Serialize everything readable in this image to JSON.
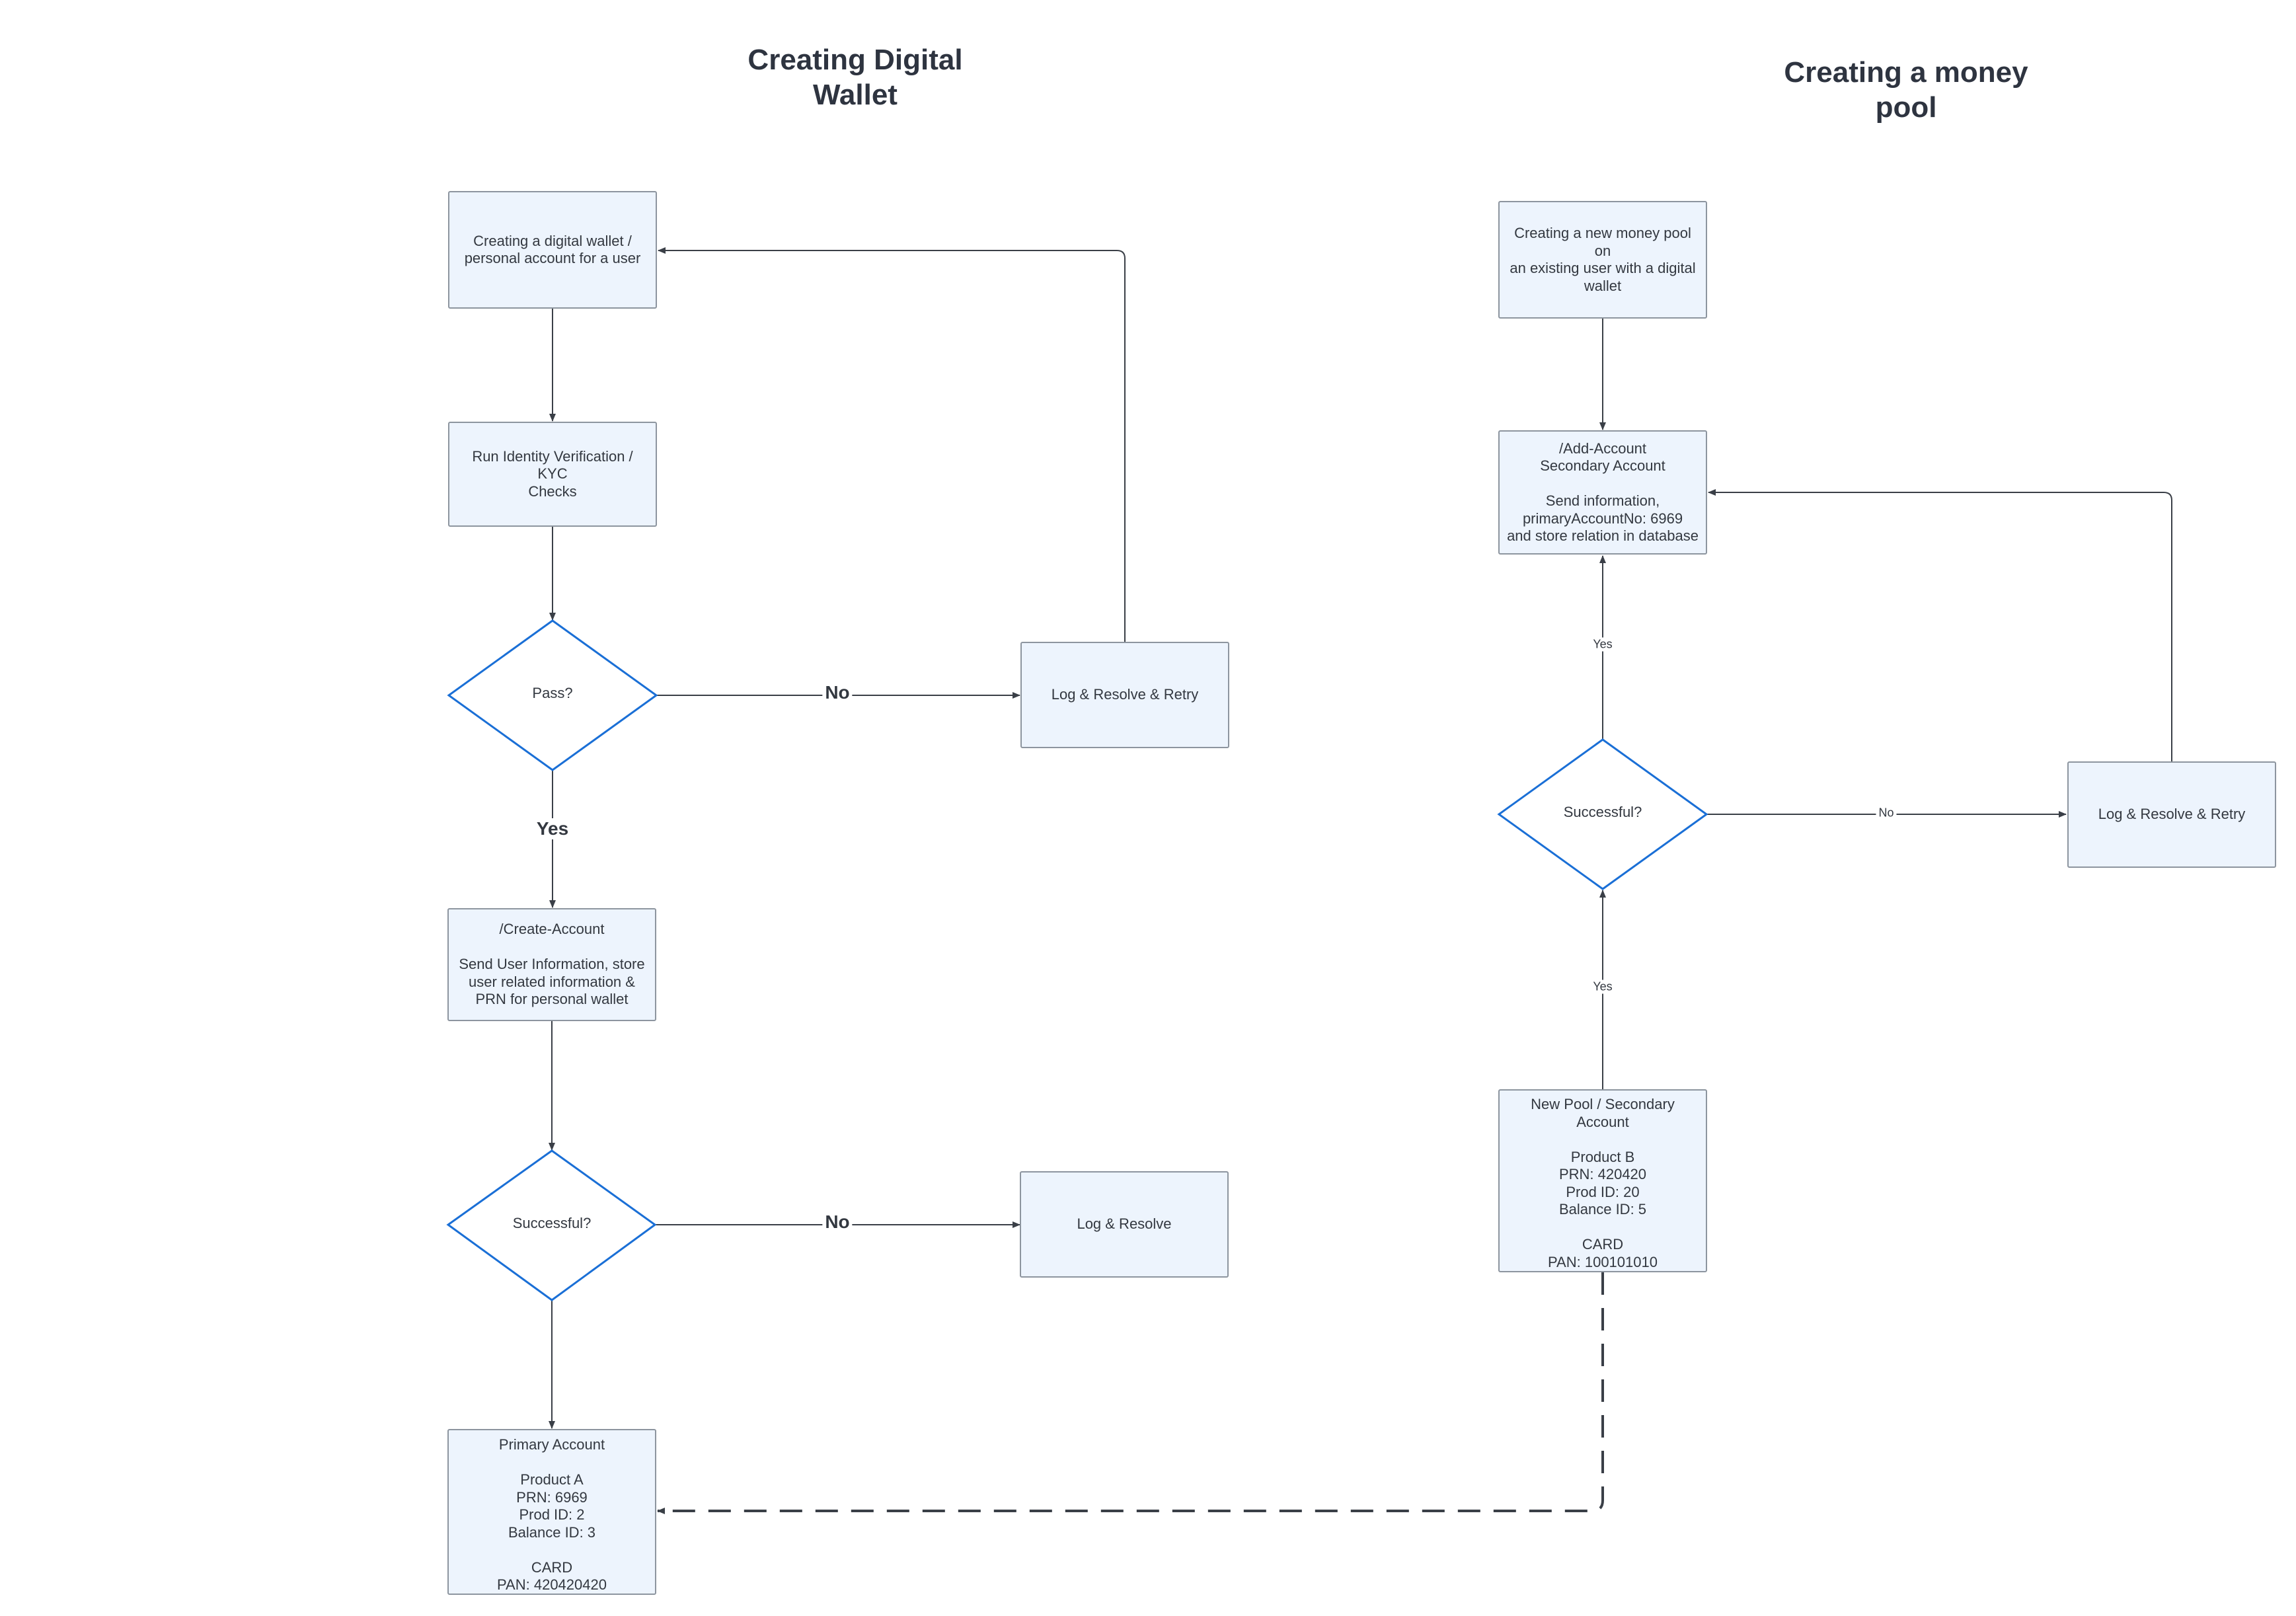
{
  "titles": {
    "left": [
      "Creating Digital",
      "Wallet"
    ],
    "right": [
      "Creating a money",
      "pool"
    ]
  },
  "nodes": {
    "create_wallet": [
      "Creating a digital wallet /",
      "personal account for a user"
    ],
    "kyc": [
      "Run Identity Verification / KYC",
      "Checks"
    ],
    "pass_decision": "Pass?",
    "log_retry_left": "Log & Resolve & Retry",
    "create_account": [
      "/Create-Account",
      "",
      "Send User Information, store",
      "user related information &",
      "PRN for personal wallet"
    ],
    "successful_left": "Successful?",
    "log_resolve": "Log & Resolve",
    "primary_account": [
      "Primary Account",
      "",
      "Product A",
      "PRN: 6969",
      "Prod ID:  2",
      "Balance ID: 3",
      "",
      "CARD",
      "PAN: 420420420"
    ],
    "new_pool": [
      "Creating a new money pool on",
      "an existing user with a digital",
      "wallet"
    ],
    "add_account": [
      "/Add-Account",
      "Secondary Account",
      "",
      "Send information,",
      "primaryAccountNo: 6969",
      "and store relation in database"
    ],
    "successful_right": "Successful?",
    "log_retry_right": "Log & Resolve & Retry",
    "secondary_account": [
      "New Pool / Secondary",
      "Account",
      "",
      "Product B",
      "PRN: 420420",
      "Prod ID:  20",
      "Balance ID: 5",
      "",
      "CARD",
      "PAN: 100101010"
    ]
  },
  "edge_labels": {
    "pass_no": "No",
    "pass_yes": "Yes",
    "success_left_no": "No",
    "success_right_yes": "Yes",
    "success_right_no": "No",
    "secondary_yes": "Yes"
  },
  "colors": {
    "box_fill": "#edf4fd",
    "box_border": "#8d959f",
    "decision_border": "#1a6fd6",
    "connector": "#3a3f47",
    "text": "#333840"
  }
}
